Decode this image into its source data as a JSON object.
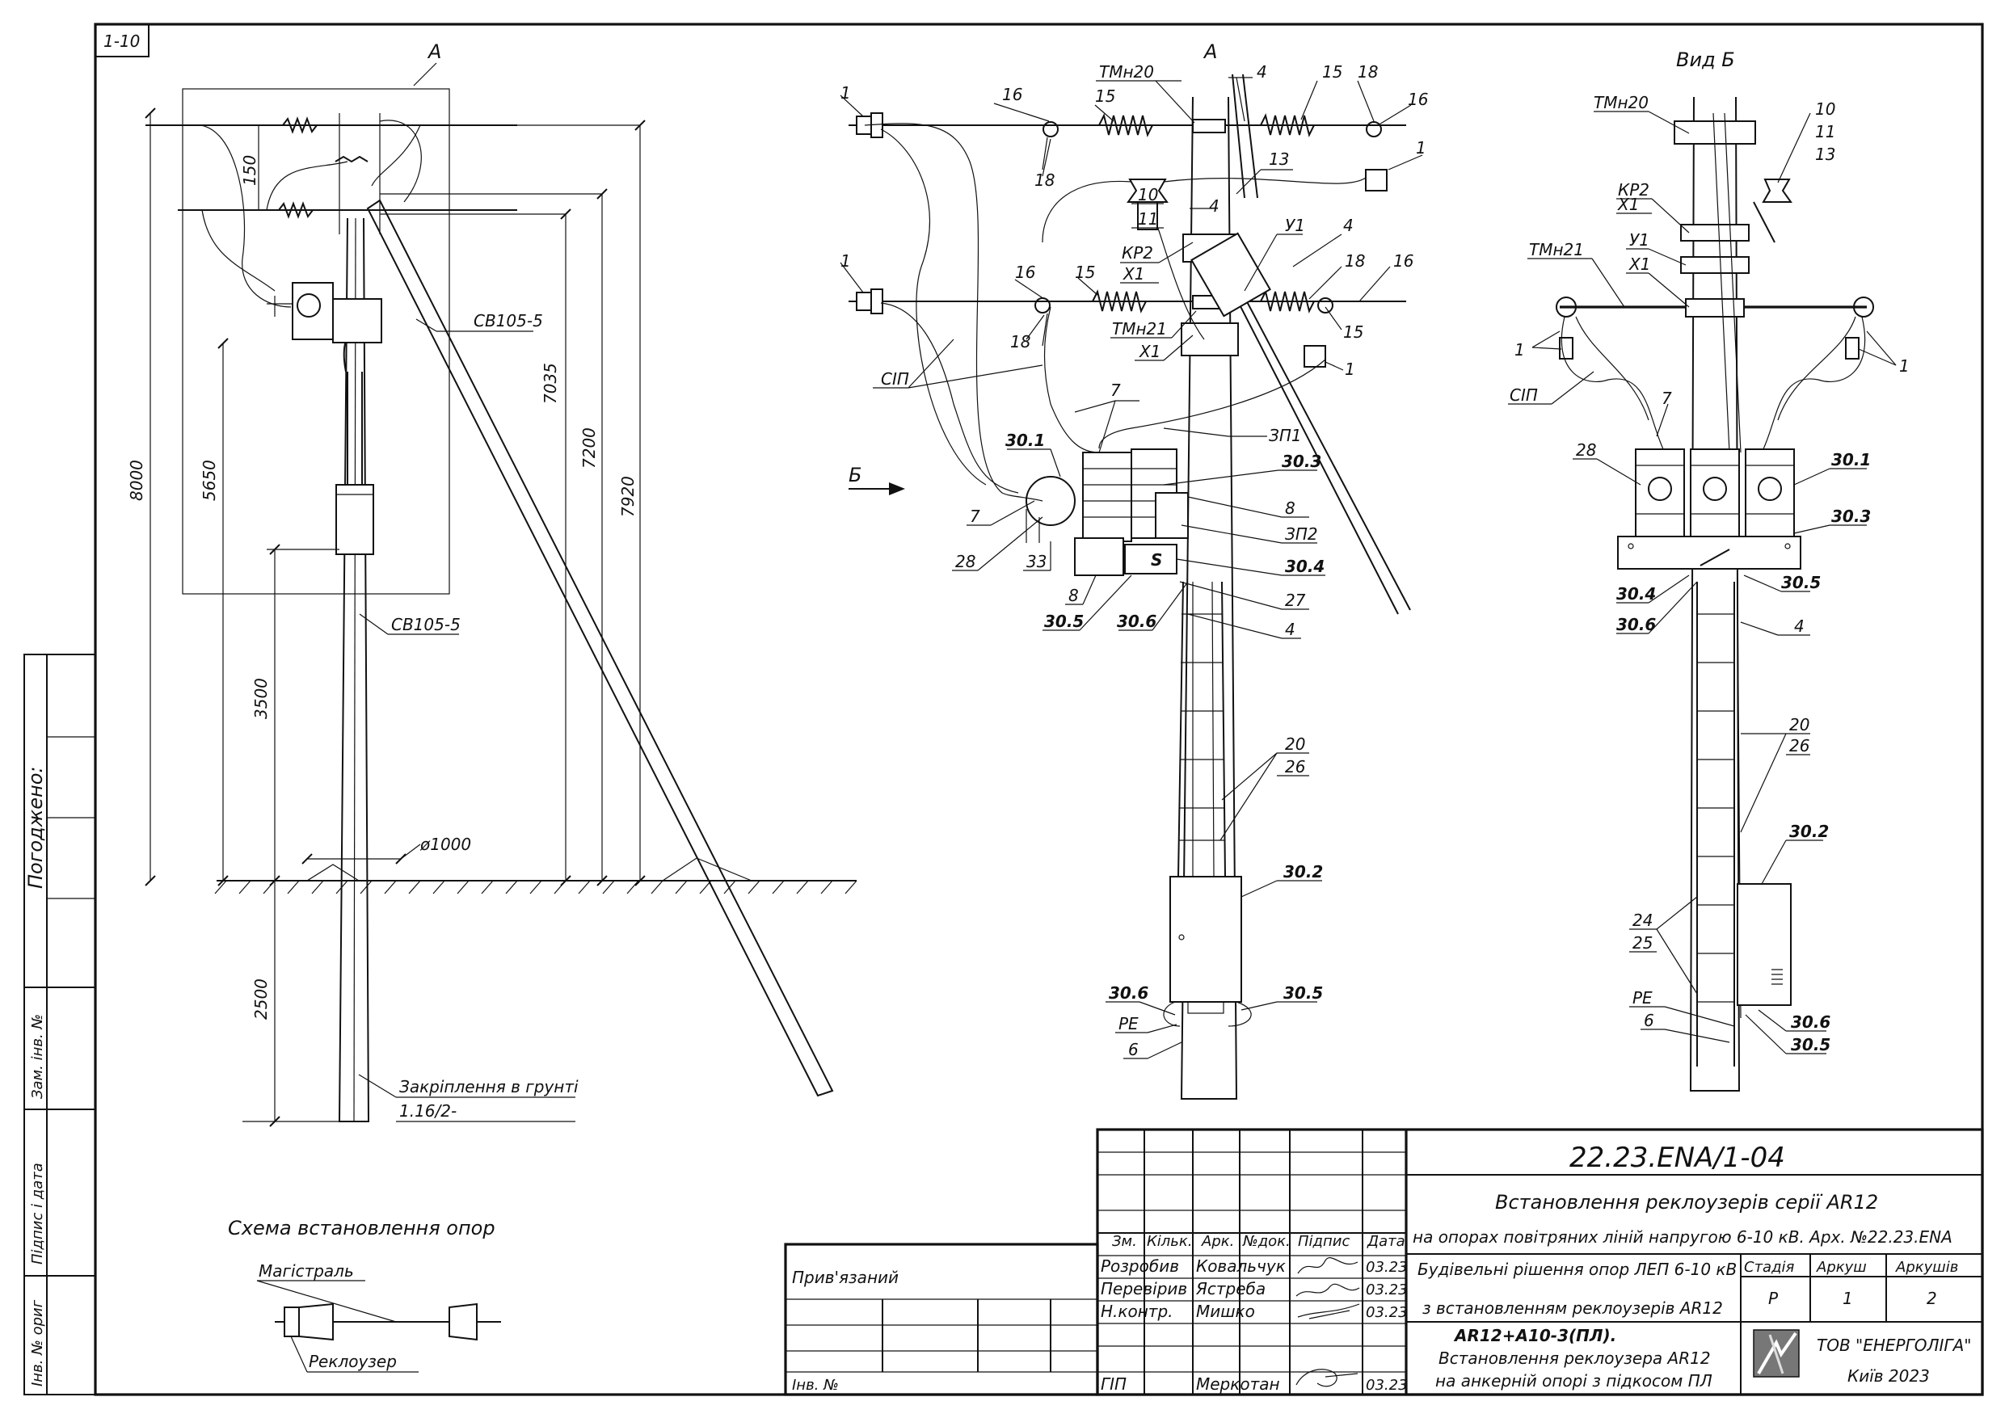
{
  "sheet": {
    "corner_label": "1-10"
  },
  "left_margin": {
    "agreed": "Погоджено:",
    "replaced_inv": "Зам. інв. №",
    "signature_date": "Підпис і дата",
    "orig_inv": "Інв. № ориг"
  },
  "side_view": {
    "view_label": "А",
    "dims": {
      "d150": "150",
      "d8000": "8000",
      "d5650": "5650",
      "d3500": "3500",
      "d2500": "2500",
      "d7035": "7035",
      "d7200": "7200",
      "d7920": "7920",
      "diam": "ø1000"
    },
    "labels": {
      "strut": "СВ105-5",
      "pole": "СВ105-5",
      "fixing": "Закріплення в грунті",
      "fixing_code": "1.16/2-"
    }
  },
  "scheme": {
    "title": "Схема встановлення опор",
    "main_line": "Магістраль",
    "recloser": "Реклоузер"
  },
  "front_view": {
    "view_label": "А",
    "arrow_label": "Б",
    "labels": {
      "l1a": "1",
      "l1b": "1",
      "l1c": "1",
      "l1d": "1",
      "tmn20": "ТМн20",
      "tmn21": "ТМн21",
      "l4a": "4",
      "l4b": "4",
      "l4c": "4",
      "l4d": "4",
      "l15a": "15",
      "l15b": "15",
      "l15c": "15",
      "l15d": "15",
      "l16a": "16",
      "l16b": "16",
      "l16c": "16",
      "l16d": "16",
      "l18a": "18",
      "l18b": "18",
      "l18c": "18",
      "l18d": "18",
      "l13": "13",
      "l10": "10",
      "l11": "11",
      "kp2": "КР2",
      "x1a": "Х1",
      "x1b": "Х1",
      "u1": "У1",
      "sip": "СІП",
      "l7a": "7",
      "l7b": "7",
      "zp1": "ЗП1",
      "zp2": "ЗП2",
      "r301": "30.1",
      "r303": "30.3",
      "r304": "30.4",
      "r305a": "30.5",
      "r306a": "30.6",
      "r302": "30.2",
      "r305b": "30.5",
      "r306b": "30.6",
      "l8a": "8",
      "l8b": "8",
      "l28": "28",
      "l33": "33",
      "l27": "27",
      "l20": "20",
      "l26": "26",
      "pe": "PE",
      "l6": "6",
      "sw": "S"
    }
  },
  "view_b": {
    "title": "Вид Б",
    "labels": {
      "tmn20": "ТМн20",
      "kp2": "КР2",
      "x1a": "Х1",
      "tmn21": "ТМн21",
      "u1": "У1",
      "x1b": "Х1",
      "l10": "10",
      "l11": "11",
      "l13": "13",
      "l1a": "1",
      "l1b": "1",
      "sip": "СІП",
      "l7": "7",
      "l28": "28",
      "r301": "30.1",
      "r303": "30.3",
      "r304": "30.4",
      "r306": "30.6",
      "r305": "30.5",
      "l4": "4",
      "l20": "20",
      "l26": "26",
      "r302": "30.2",
      "l24": "24",
      "l25": "25",
      "pe": "PE",
      "l6": "6",
      "r306b": "30.6",
      "r305b": "30.5"
    }
  },
  "title_block": {
    "doc_code": "22.23.ENA/1-04",
    "title1": "Встановлення реклоузерів серії AR12",
    "title2": "на опорах повітряних ліній напругою 6-10 кВ. Арх. №22.23.ENA",
    "subtitle1": "Будівельні рішення опор ЛЕП 6-10 кВ",
    "subtitle2": "з встановленням реклоузерів AR12",
    "drawing_name1": "AR12+A10-3(ПЛ).",
    "drawing_name2": "Встановлення реклоузера AR12",
    "drawing_name3": "на анкерній опорі з підкосом ПЛ",
    "headers": {
      "zm": "Зм.",
      "kilk": "Кільк.",
      "ark": "Арк.",
      "ndok": "№док.",
      "pidpys": "Підпис",
      "data": "Дата"
    },
    "rows": [
      {
        "role": "Розробив",
        "name": "Ковальчук",
        "date": "03.23"
      },
      {
        "role": "Перевірив",
        "name": "Ястреба",
        "date": "03.23"
      },
      {
        "role": "Н.контр.",
        "name": "Мишко",
        "date": "03.23"
      },
      {
        "role": "ГІП",
        "name": "Меркотан",
        "date": "03.23"
      }
    ],
    "stage_h": "Стадія",
    "sheet_h": "Аркуш",
    "sheets_h": "Аркушів",
    "stage": "Р",
    "sheet": "1",
    "sheets": "2",
    "company": "ТОВ \"ЕНЕРГОЛІГА\"",
    "city": "Київ 2023",
    "tied": "Прив'язаний",
    "inv": "Інв. №"
  }
}
